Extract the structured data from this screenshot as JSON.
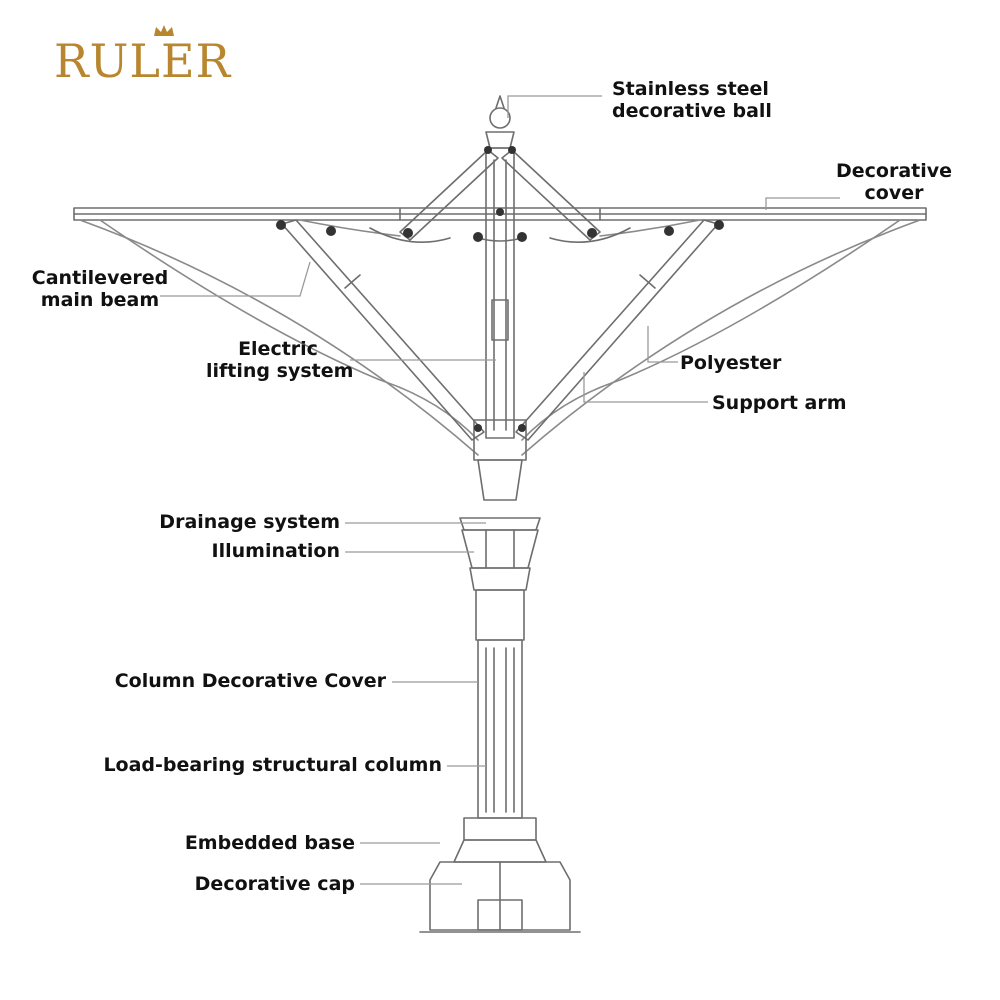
{
  "brand": {
    "name": "RULER",
    "color": "#b8862e"
  },
  "labels": {
    "stainless_ball": [
      "Stainless steel",
      "decorative ball"
    ],
    "decorative_cover": [
      "Decorative",
      "cover"
    ],
    "cantilevered_beam": [
      "Cantilevered",
      "main beam"
    ],
    "electric_lifting": [
      "Electric",
      "lifting system"
    ],
    "polyester": "Polyester",
    "support_arm": "Support arm",
    "drainage": "Drainage system",
    "illumination": "Illumination",
    "column_cover": "Column Decorative Cover",
    "load_bearing": "Load-bearing structural column",
    "embedded_base": "Embedded base",
    "decorative_cap": "Decorative cap"
  },
  "colors": {
    "line": "#6e6e6e",
    "leader": "#9a9a9a",
    "text": "#111111"
  }
}
